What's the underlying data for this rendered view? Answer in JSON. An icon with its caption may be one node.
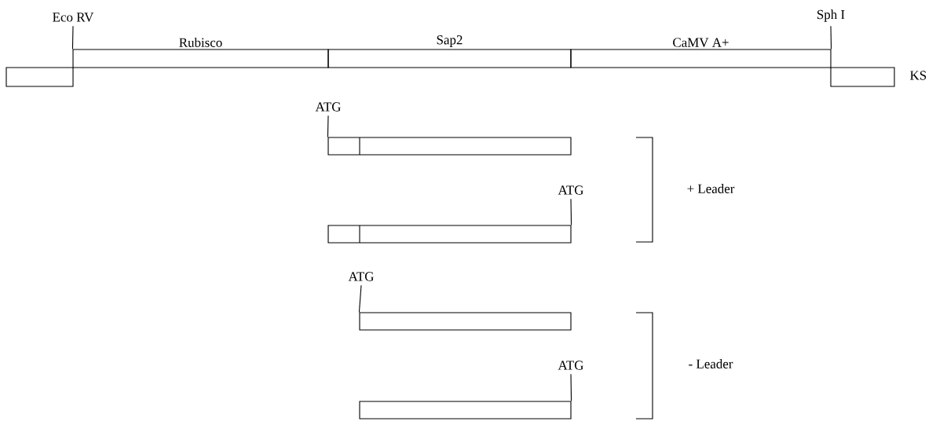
{
  "diagram": {
    "nodes": [
      {
        "text": [
          "Eco RV"
        ]
      },
      {
        "text": [],
        "shape": "box"
      },
      {
        "text": [
          "Rubisco"
        ]
      },
      {
        "text": [
          "Sap2"
        ]
      },
      {
        "text": [
          "CaMV A+"
        ]
      },
      {
        "text": [
          "Sph I"
        ]
      },
      {
        "text": [],
        "shape": "box",
        "beside": [
          "KS"
        ]
      },
      {
        "text": [
          "ATG"
        ]
      },
      {
        "text": [],
        "shape": "box"
      },
      {
        "text": [
          "ATG"
        ]
      },
      {
        "text": [],
        "shape": "box"
      },
      {
        "text": [
          "ATG"
        ]
      },
      {
        "text": [],
        "shape": "box"
      },
      {
        "text": [
          "ATG"
        ]
      },
      {
        "text": [],
        "shape": "box"
      }
    ],
    "edges": [
      {
        "from": 0,
        "to": 2,
        "arrow": "none"
      },
      {
        "from": 5,
        "to": 4,
        "arrow": "none"
      },
      {
        "from": 7,
        "to": 8,
        "arrow": "none"
      },
      {
        "from": 9,
        "to": 10,
        "arrow": "none"
      },
      {
        "from": 11,
        "to": 12,
        "arrow": "none"
      },
      {
        "from": 13,
        "to": 14,
        "arrow": "none"
      }
    ],
    "labels": [
      "+ Leader",
      "- Leader"
    ]
  }
}
